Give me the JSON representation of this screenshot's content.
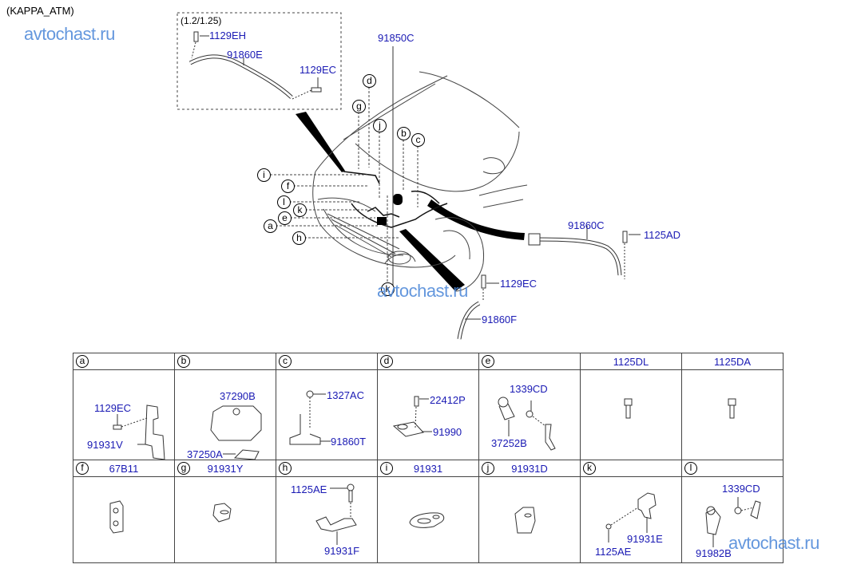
{
  "header": {
    "variant": "(KAPPA_ATM)",
    "watermark": "avtochast.ru"
  },
  "inset": {
    "spec": "(1.2/1.25)",
    "labels": [
      "1129EH",
      "91860E",
      "1129EC"
    ]
  },
  "main_diagram": {
    "harness_label": "91850C",
    "callouts": [
      "d",
      "g",
      "j",
      "b",
      "c",
      "i",
      "f",
      "l",
      "k",
      "e",
      "a",
      "h",
      "k"
    ],
    "right_cable": {
      "label": "91860C",
      "bolt": "1125AD"
    },
    "lower_cable": {
      "label": "91860F",
      "bolt": "1129EC"
    },
    "watermark": "avtochast.ru"
  },
  "parts_table": {
    "row1": [
      {
        "key": "a",
        "title": "",
        "labels": [
          "1129EC",
          "91931V"
        ]
      },
      {
        "key": "b",
        "title": "",
        "labels": [
          "37290B",
          "37250A"
        ]
      },
      {
        "key": "c",
        "title": "",
        "labels": [
          "1327AC",
          "91860T"
        ]
      },
      {
        "key": "d",
        "title": "",
        "labels": [
          "22412P",
          "91990"
        ]
      },
      {
        "key": "e",
        "title": "",
        "labels": [
          "1339CD",
          "37252B"
        ]
      },
      {
        "key": "",
        "title": "1125DL",
        "labels": []
      },
      {
        "key": "",
        "title": "1125DA",
        "labels": []
      }
    ],
    "row2": [
      {
        "key": "f",
        "title": "67B11",
        "labels": []
      },
      {
        "key": "g",
        "title": "91931Y",
        "labels": []
      },
      {
        "key": "h",
        "title": "",
        "labels": [
          "1125AE",
          "91931F"
        ]
      },
      {
        "key": "i",
        "title": "91931",
        "labels": []
      },
      {
        "key": "j",
        "title": "91931D",
        "labels": []
      },
      {
        "key": "k",
        "title": "",
        "labels": [
          "1125AE",
          "91931E"
        ]
      },
      {
        "key": "l",
        "title": "",
        "labels": [
          "1339CD",
          "91982B"
        ]
      }
    ]
  },
  "footer": {
    "watermark": "avtochast.ru"
  }
}
